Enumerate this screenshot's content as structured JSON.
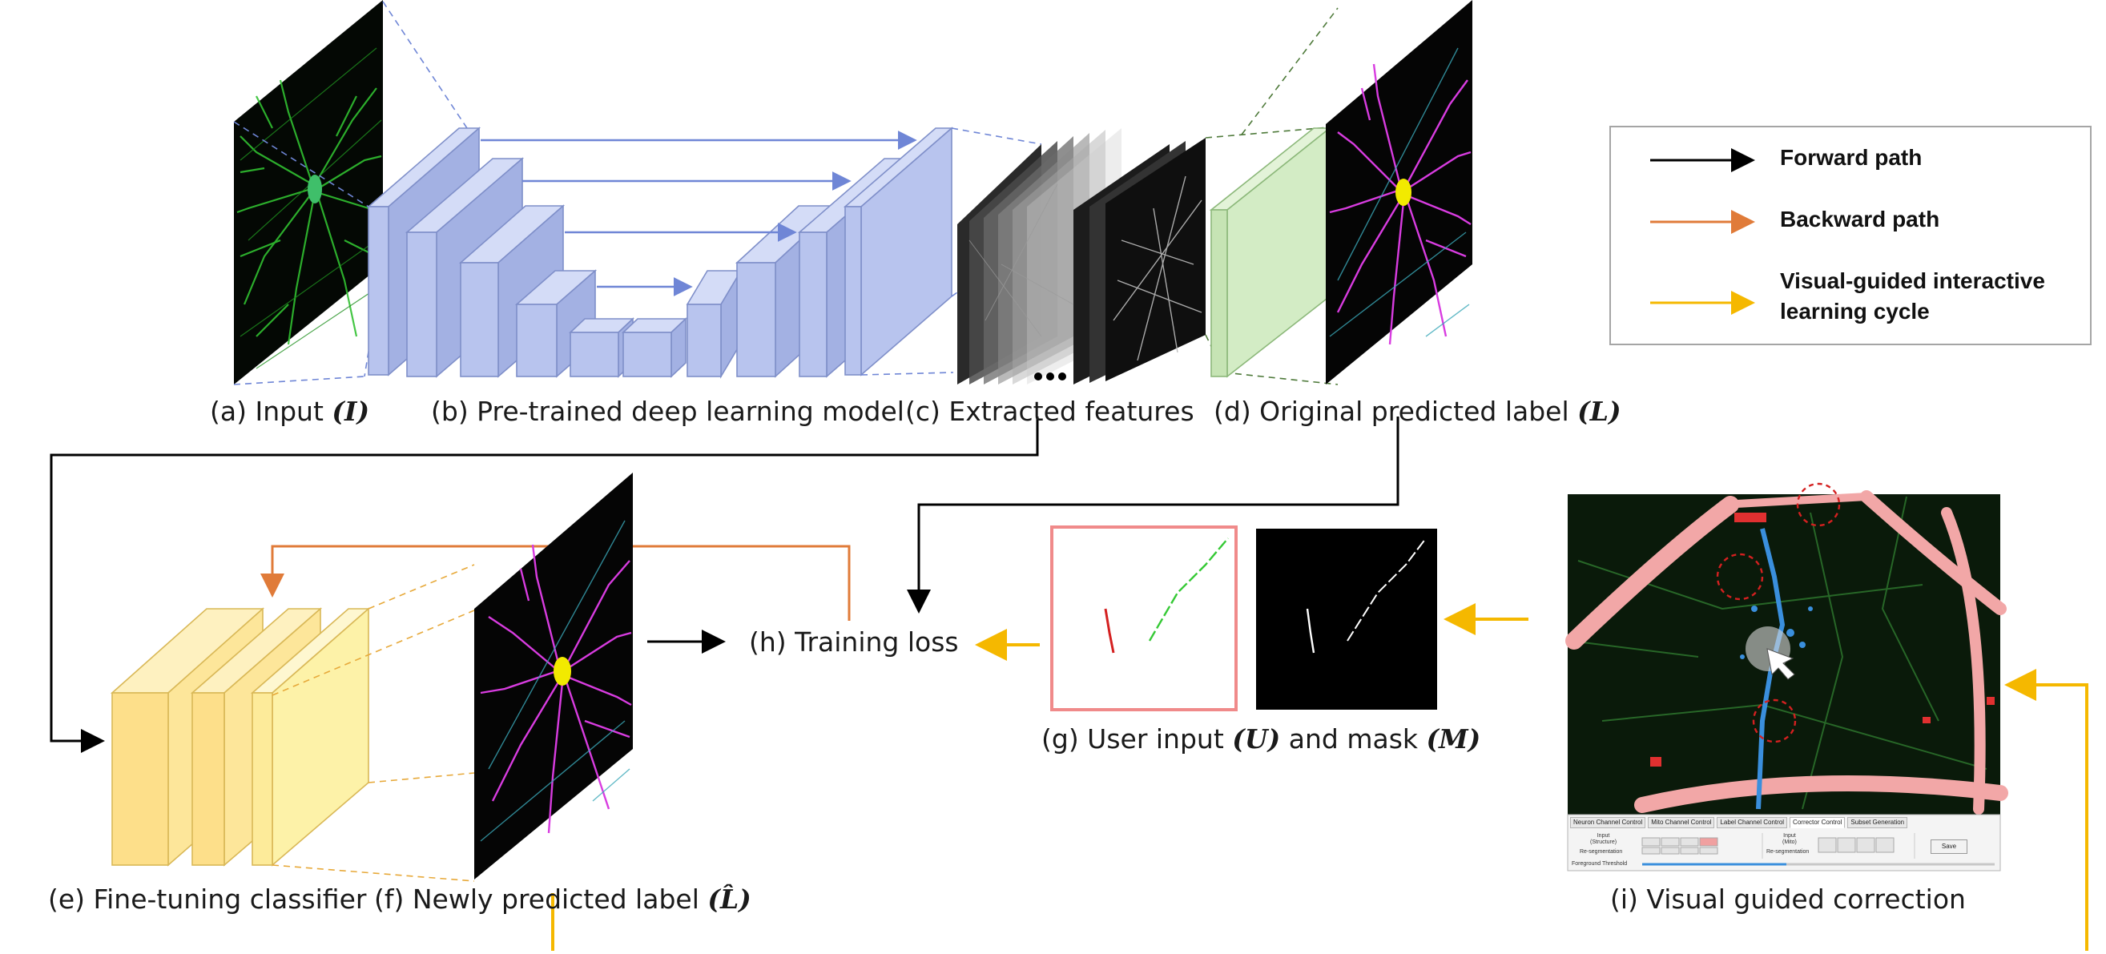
{
  "labels": {
    "a_prefix": "(a) Input ",
    "a_sym": "(I)",
    "b": "(b) Pre-trained deep learning model",
    "c": "(c) Extracted features",
    "d_prefix": "(d) Original predicted label ",
    "d_sym": "(L)",
    "e": "(e) Fine-tuning classifier",
    "f_prefix": "(f) Newly predicted label ",
    "f_sym": "(L̂)",
    "g_prefix": "(g) User input ",
    "g_sym1": "(U)",
    "g_mid": " and mask ",
    "g_sym2": "(M)",
    "h": "(h) Training loss",
    "i": "(i) Visual guided correction"
  },
  "legend": {
    "items": [
      {
        "label": "Forward path",
        "color": "#000000"
      },
      {
        "label": "Backward path",
        "color": "#e07b39"
      },
      {
        "label": "Visual-guided interactive",
        "label2": "learning cycle",
        "color": "#f5b800"
      }
    ]
  },
  "ui_panel": {
    "tabs": [
      "Neuron Channel Control",
      "Mito Channel Control",
      "Label Channel Control",
      "Corrector Control",
      "Subset Generation"
    ],
    "active_tab": "Corrector Control",
    "input_structure": "Input\n(Structure)",
    "resegmentation": "Re-segmentation",
    "input_mito": "Input\n(Mito)",
    "resegmentation2": "Re-segmentation",
    "foreground_threshold": "Foreground Threshold",
    "save": "Save"
  },
  "colors": {
    "forward": "#000000",
    "backward": "#e07b39",
    "cycle": "#f5b800",
    "encoder_fill": "#b8c4ee",
    "encoder_stroke": "#7f8fc9",
    "classifier_fill": "#fde69a",
    "classifier_stroke": "#d9b857",
    "label_box_fill": "#d3ecc5",
    "neuron_green": "#3ccf3c",
    "magenta": "#e23de8",
    "soma_yellow": "#f2ea00"
  }
}
